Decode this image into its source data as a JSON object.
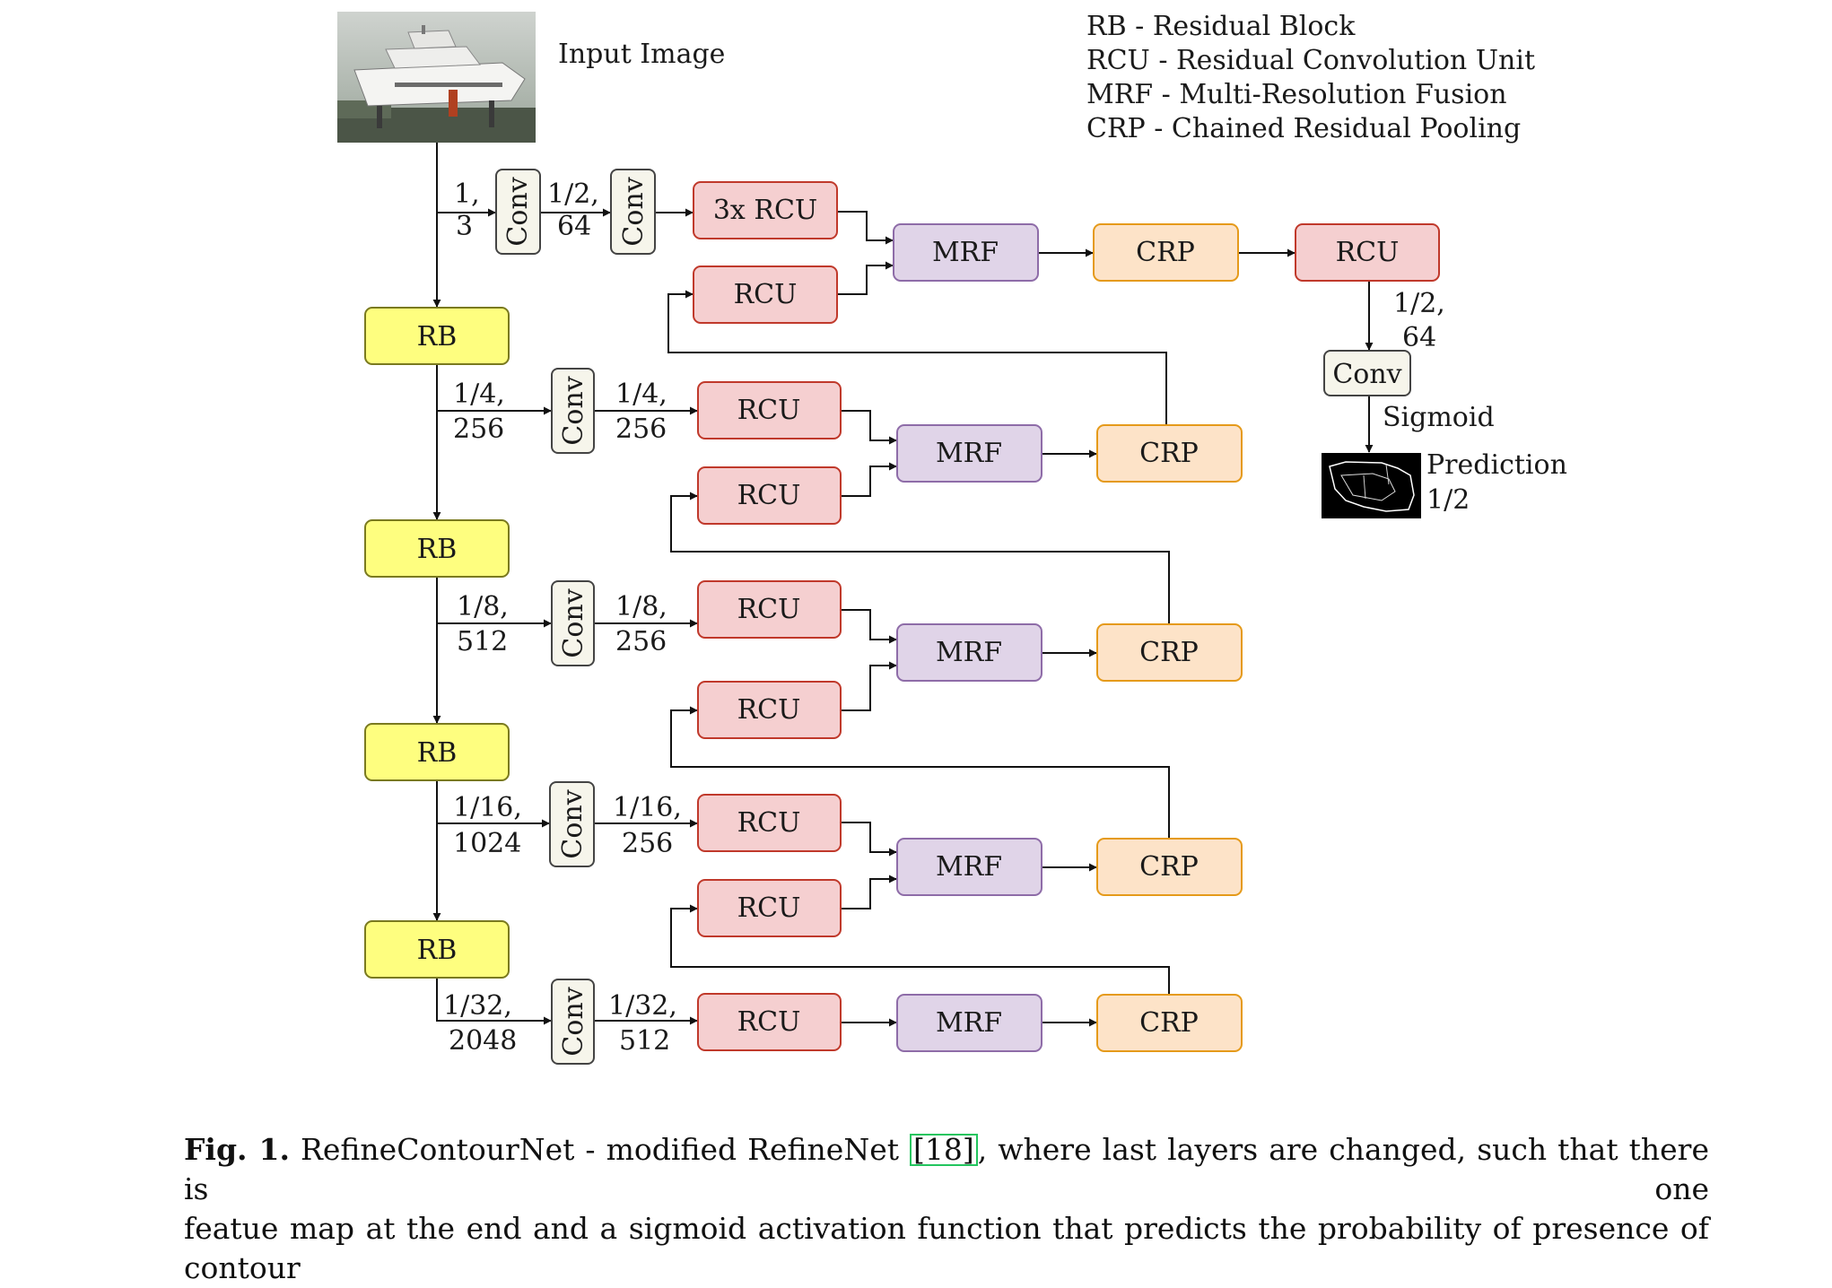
{
  "figure": {
    "input_label": "Input Image",
    "legend": [
      "RB - Residual Block",
      "RCU - Residual Convolution Unit",
      "MRF - Multi-Resolution Fusion",
      "CRP - Chained Residual Pooling"
    ],
    "blocks": {
      "rb": "RB",
      "conv": "Conv",
      "rcu": "RCU",
      "rcu3x": "3x RCU",
      "mrf": "MRF",
      "crp": "CRP"
    },
    "labels": {
      "in_1": "1,",
      "in_2": "3",
      "c0_1": "1/2,",
      "c0_2": "64",
      "l1a_1": "1/4,",
      "l1a_2": "256",
      "l1b_1": "1/4,",
      "l1b_2": "256",
      "l2a_1": "1/8,",
      "l2a_2": "512",
      "l2b_1": "1/8,",
      "l2b_2": "256",
      "l3a_1": "1/16,",
      "l3a_2": "1024",
      "l3b_1": "1/16,",
      "l3b_2": "256",
      "l4a_1": "1/32,",
      "l4a_2": "2048",
      "l4b_1": "1/32,",
      "l4b_2": "512",
      "out_1": "1/2,",
      "out_2": "64",
      "sigmoid": "Sigmoid",
      "prediction_1": "Prediction",
      "prediction_2": "1/2"
    },
    "colors": {
      "rb_fill": "#fefe7f",
      "rb_stroke": "#7a7a1f",
      "conv_fill": "#f6f5eb",
      "conv_stroke": "#444444",
      "rcu_fill": "#f5cfd0",
      "rcu_stroke": "#c0392b",
      "mrf_fill": "#e0d4e8",
      "mrf_stroke": "#8e6ca8",
      "crp_fill": "#fde3c8",
      "crp_stroke": "#e59a1a"
    }
  },
  "caption": {
    "lead": "Fig. 1.",
    "text_before_ref": "RefineContourNet - modified RefineNet",
    "ref": "[18]",
    "text_after_ref": ", where last layers are changed, such that there is one",
    "line2": "featue map at the end and a sigmoid activation function that predicts the probability of presence of contour"
  }
}
